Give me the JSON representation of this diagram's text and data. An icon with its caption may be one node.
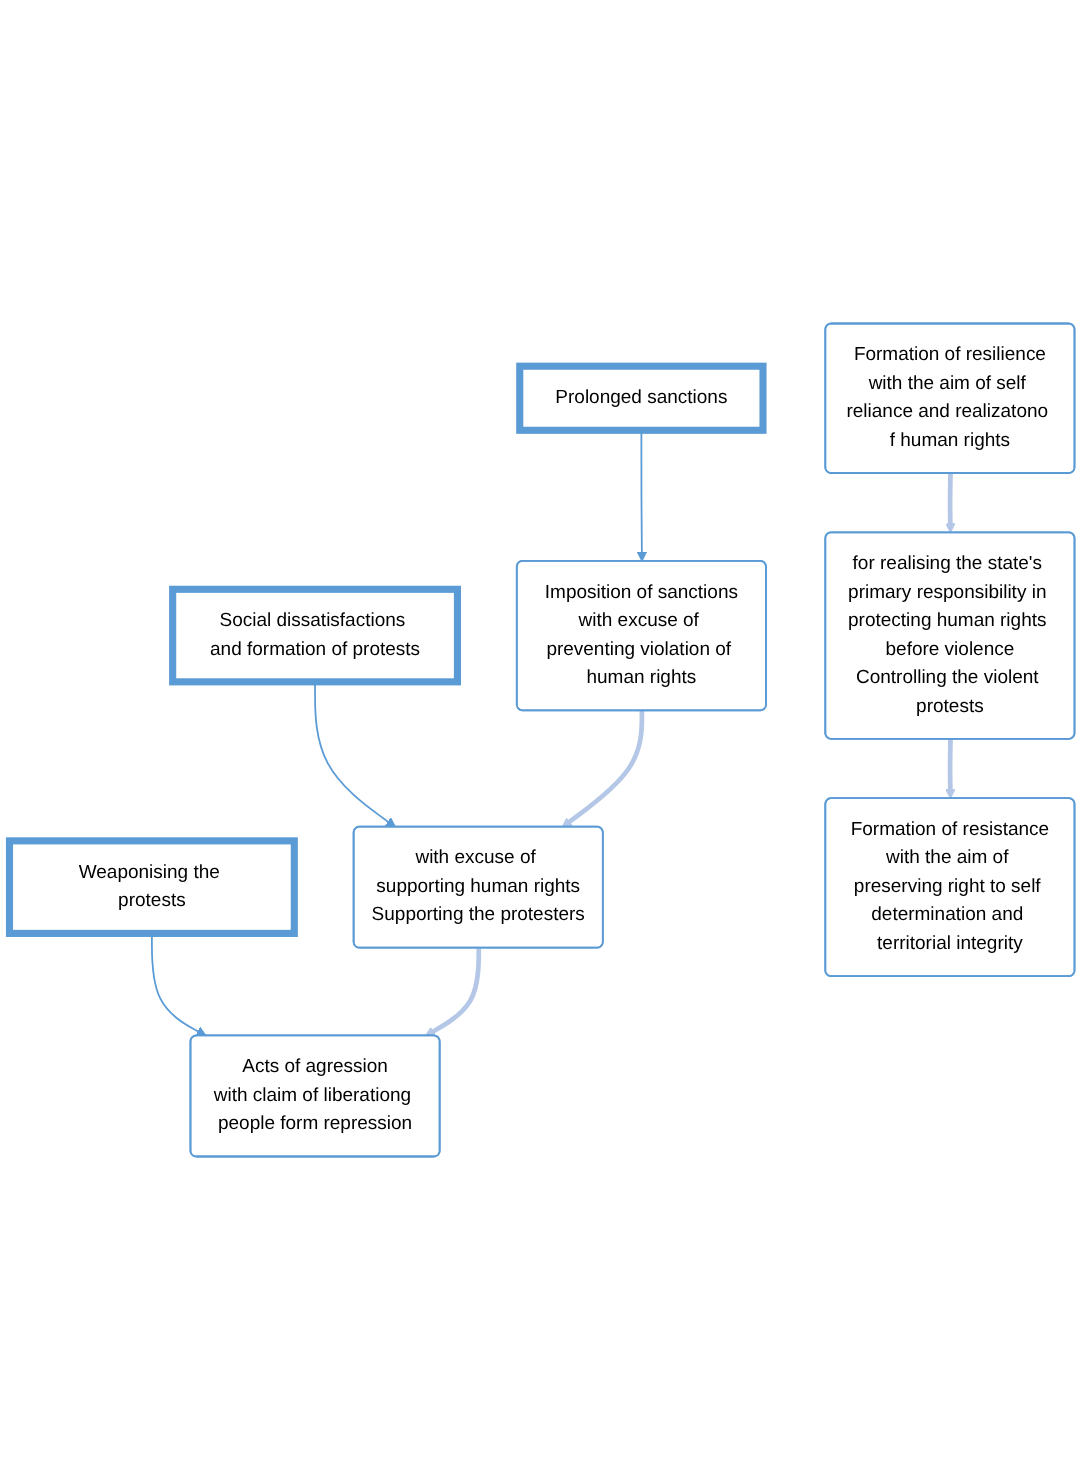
{
  "diagram": {
    "nodes": [
      {
        "text": [
          "Prolonged sanctions"
        ]
      },
      {
        "text": [
          "Social dissatisfactions and formation of protests"
        ]
      },
      {
        "text": [
          "Weaponising the protests"
        ]
      },
      {
        "text": [
          "Imposition of sanctions",
          "with excuse of preventing violation of human rights"
        ]
      },
      {
        "text": [
          "with excuse of supporting human rights",
          "Supporting the protesters"
        ]
      },
      {
        "text": [
          "Acts of agression",
          "with claim of liberationg people form repression"
        ]
      },
      {
        "text": [
          "Formation of resilience",
          "with the aim of self reliance and realizatono f human rights"
        ]
      },
      {
        "text": [
          "for realising the state's primary responsibility in protecting human rights before violence",
          "Controlling the violent protests"
        ]
      },
      {
        "text": [
          "Formation of resistance",
          "with the aim of preserving right to self determination and territorial integrity"
        ]
      }
    ],
    "edges": [
      {
        "from": 0,
        "to": 3,
        "arrow": "to",
        "color": "#5b9bd5"
      },
      {
        "from": 1,
        "to": 4,
        "arrow": "to",
        "color": "#5b9bd5"
      },
      {
        "from": 2,
        "to": 5,
        "arrow": "to",
        "color": "#5b9bd5"
      },
      {
        "from": 3,
        "to": 4,
        "arrow": "to"
      },
      {
        "from": 4,
        "to": 5,
        "arrow": "to"
      },
      {
        "from": 6,
        "to": 7,
        "arrow": "to"
      },
      {
        "from": 7,
        "to": 8,
        "arrow": "to"
      }
    ]
  }
}
